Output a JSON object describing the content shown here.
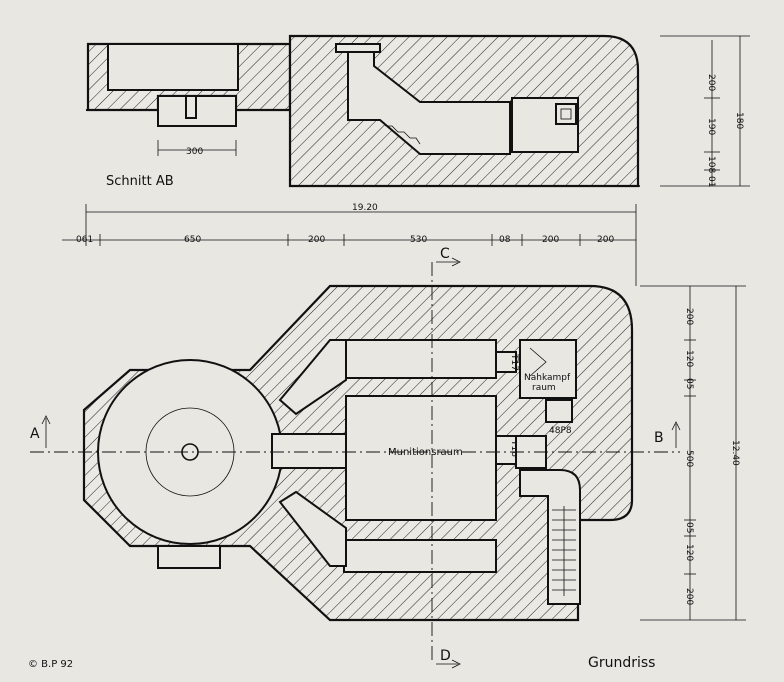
{
  "labels": {
    "section_title": "Schnitt AB",
    "plan_title": "Grundriss",
    "copyright": "© B.P 92",
    "room_ammo": "Munitionsraum",
    "room_close_combat_1": "Nahkampf",
    "room_close_combat_2": "raum",
    "marker_a": "A",
    "marker_b": "B",
    "marker_c": "C",
    "marker_d": "D",
    "door_tag_1": "T17",
    "door_tag_2": "T18",
    "door_tag_3": "48P8"
  },
  "dimensions": {
    "section_width": "300",
    "section_right": [
      "200",
      "190",
      "108",
      "01"
    ],
    "section_total": "180",
    "overall": "19.20",
    "top_chain": [
      "061",
      "650",
      "200",
      "530",
      "08",
      "200",
      "200"
    ],
    "right_chain": [
      "200",
      "120",
      "05",
      "500",
      "05",
      "120",
      "200"
    ],
    "right_total": "12.40"
  }
}
